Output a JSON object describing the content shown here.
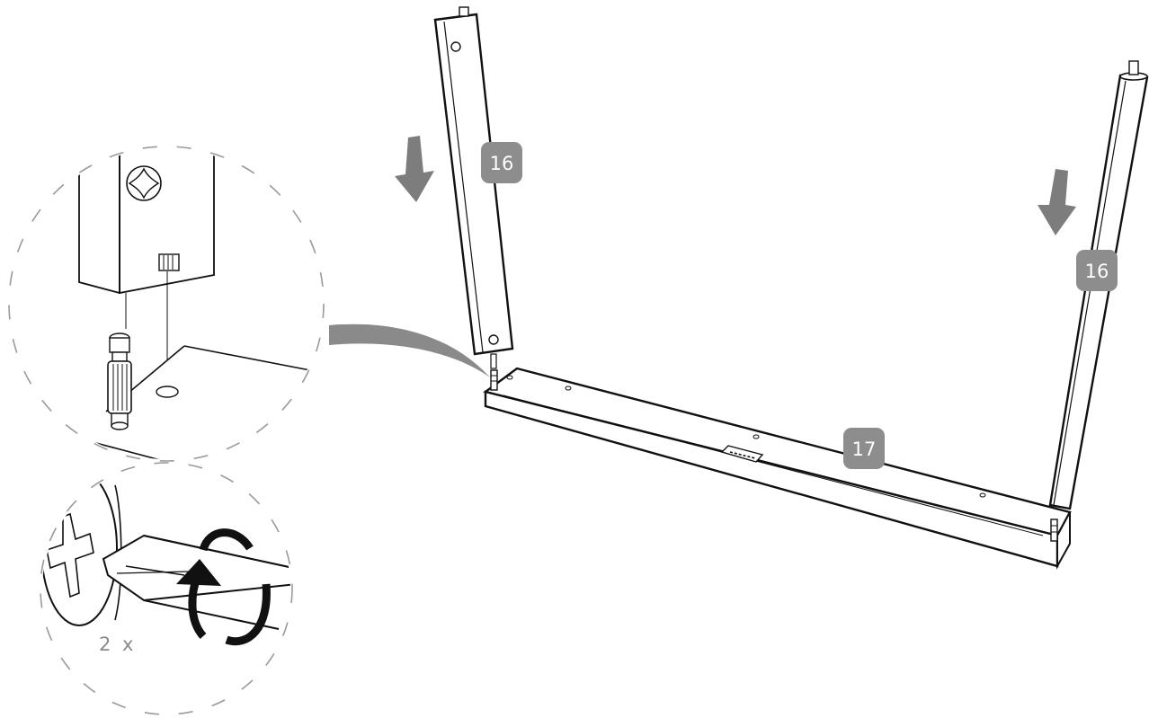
{
  "colors": {
    "badge_fill": "#8d8d8d",
    "badge_text": "#ffffff",
    "arrow_fill": "#7d7d7d",
    "line": "#111111",
    "dashed_circle": "#9a9a9a",
    "callout_wedge": "#8a8a8a",
    "count_text": "#8a8a8a"
  },
  "parts": {
    "left_leg_label": "16",
    "right_leg_label": "16",
    "crossbar_label": "17"
  },
  "detail": {
    "quantity_label": "2 x"
  },
  "icons": [
    "down-arrow-icon",
    "rotate-clockwise-icon",
    "screwdriver-icon",
    "cam-lock-icon",
    "dowel-pin-icon",
    "phillips-screw-icon"
  ]
}
